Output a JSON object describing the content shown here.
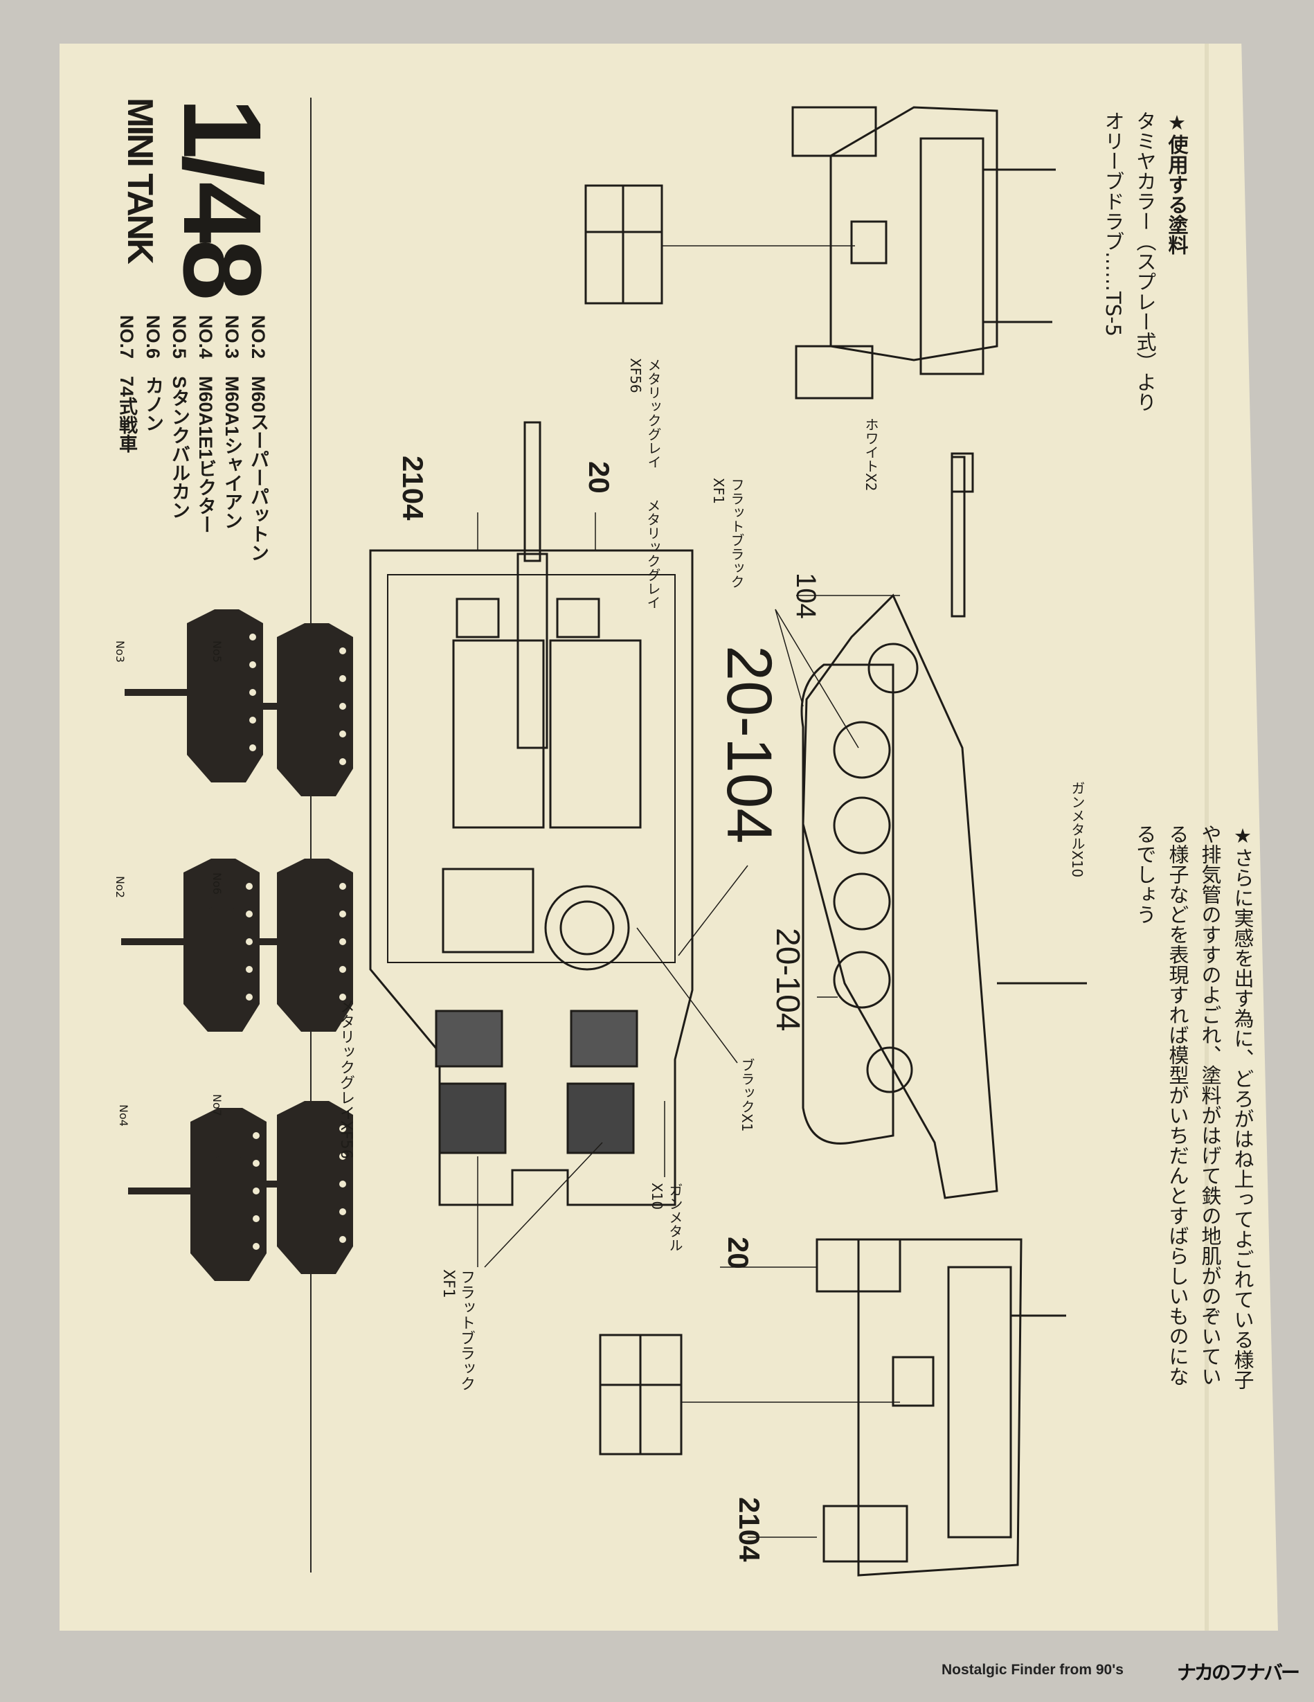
{
  "header": {
    "scale": "1/48",
    "series": "MINI TANK",
    "series_list": [
      {
        "no": "NO.2",
        "name": "M60スーパーパットン"
      },
      {
        "no": "NO.3",
        "name": "M60A1シャイアン"
      },
      {
        "no": "NO.4",
        "name": "M60A1E1ビクター"
      },
      {
        "no": "NO.5",
        "name": "Sタンクバルカン"
      },
      {
        "no": "NO.6",
        "name": "カノン"
      },
      {
        "no": "NO.7",
        "name": "74式戦車"
      }
    ],
    "silhouettes": [
      "No5",
      "No3",
      "No6",
      "No2",
      "No7",
      "No4"
    ]
  },
  "paint_info": {
    "heading": "★使用する塗料",
    "line1": "タミヤカラー（スプレー式）より",
    "line2": "オリーブドラブ……TS-5"
  },
  "note": {
    "lines": [
      "★さらに実感を出す為に、どろがはね上ってよごれている様子",
      "や排気管のすすのよごれ、塗料がはげて鉄の地肌がのぞいてい",
      "る様子などを表現すれば模型がいちだんとすばらしいものにな",
      "るでしょう"
    ]
  },
  "callouts": {
    "white": "ホワイトX2",
    "metallic_grey_top": [
      "メタリックグレイ",
      "XF56"
    ],
    "metallic_grey_mid": "メタリックグレイ",
    "flat_black_top": [
      "フラットブラック",
      "XF1"
    ],
    "gunmetal_side": "ガンメタルX10",
    "black": "ブラックX1",
    "gunmetal_top": [
      "ガンメタル",
      "X10"
    ],
    "metallic_grey_bottom": "メタリックグレイXF56",
    "flat_black_bottom": [
      "フラットブラック",
      "XF1"
    ]
  },
  "markings": {
    "top_2104": "2104",
    "top_20": "20",
    "side_104": "104",
    "big_20_104": "20-104",
    "side_20_104": "20-104",
    "rear_20": "20",
    "rear_2104": "2104"
  },
  "footer": {
    "caption": "Nostalgic Finder from 90's",
    "logo": "ナカのフナバー"
  },
  "colors": {
    "paper": "#efe9cf",
    "ink": "#1e1c18",
    "background": "#c9c6bf"
  }
}
